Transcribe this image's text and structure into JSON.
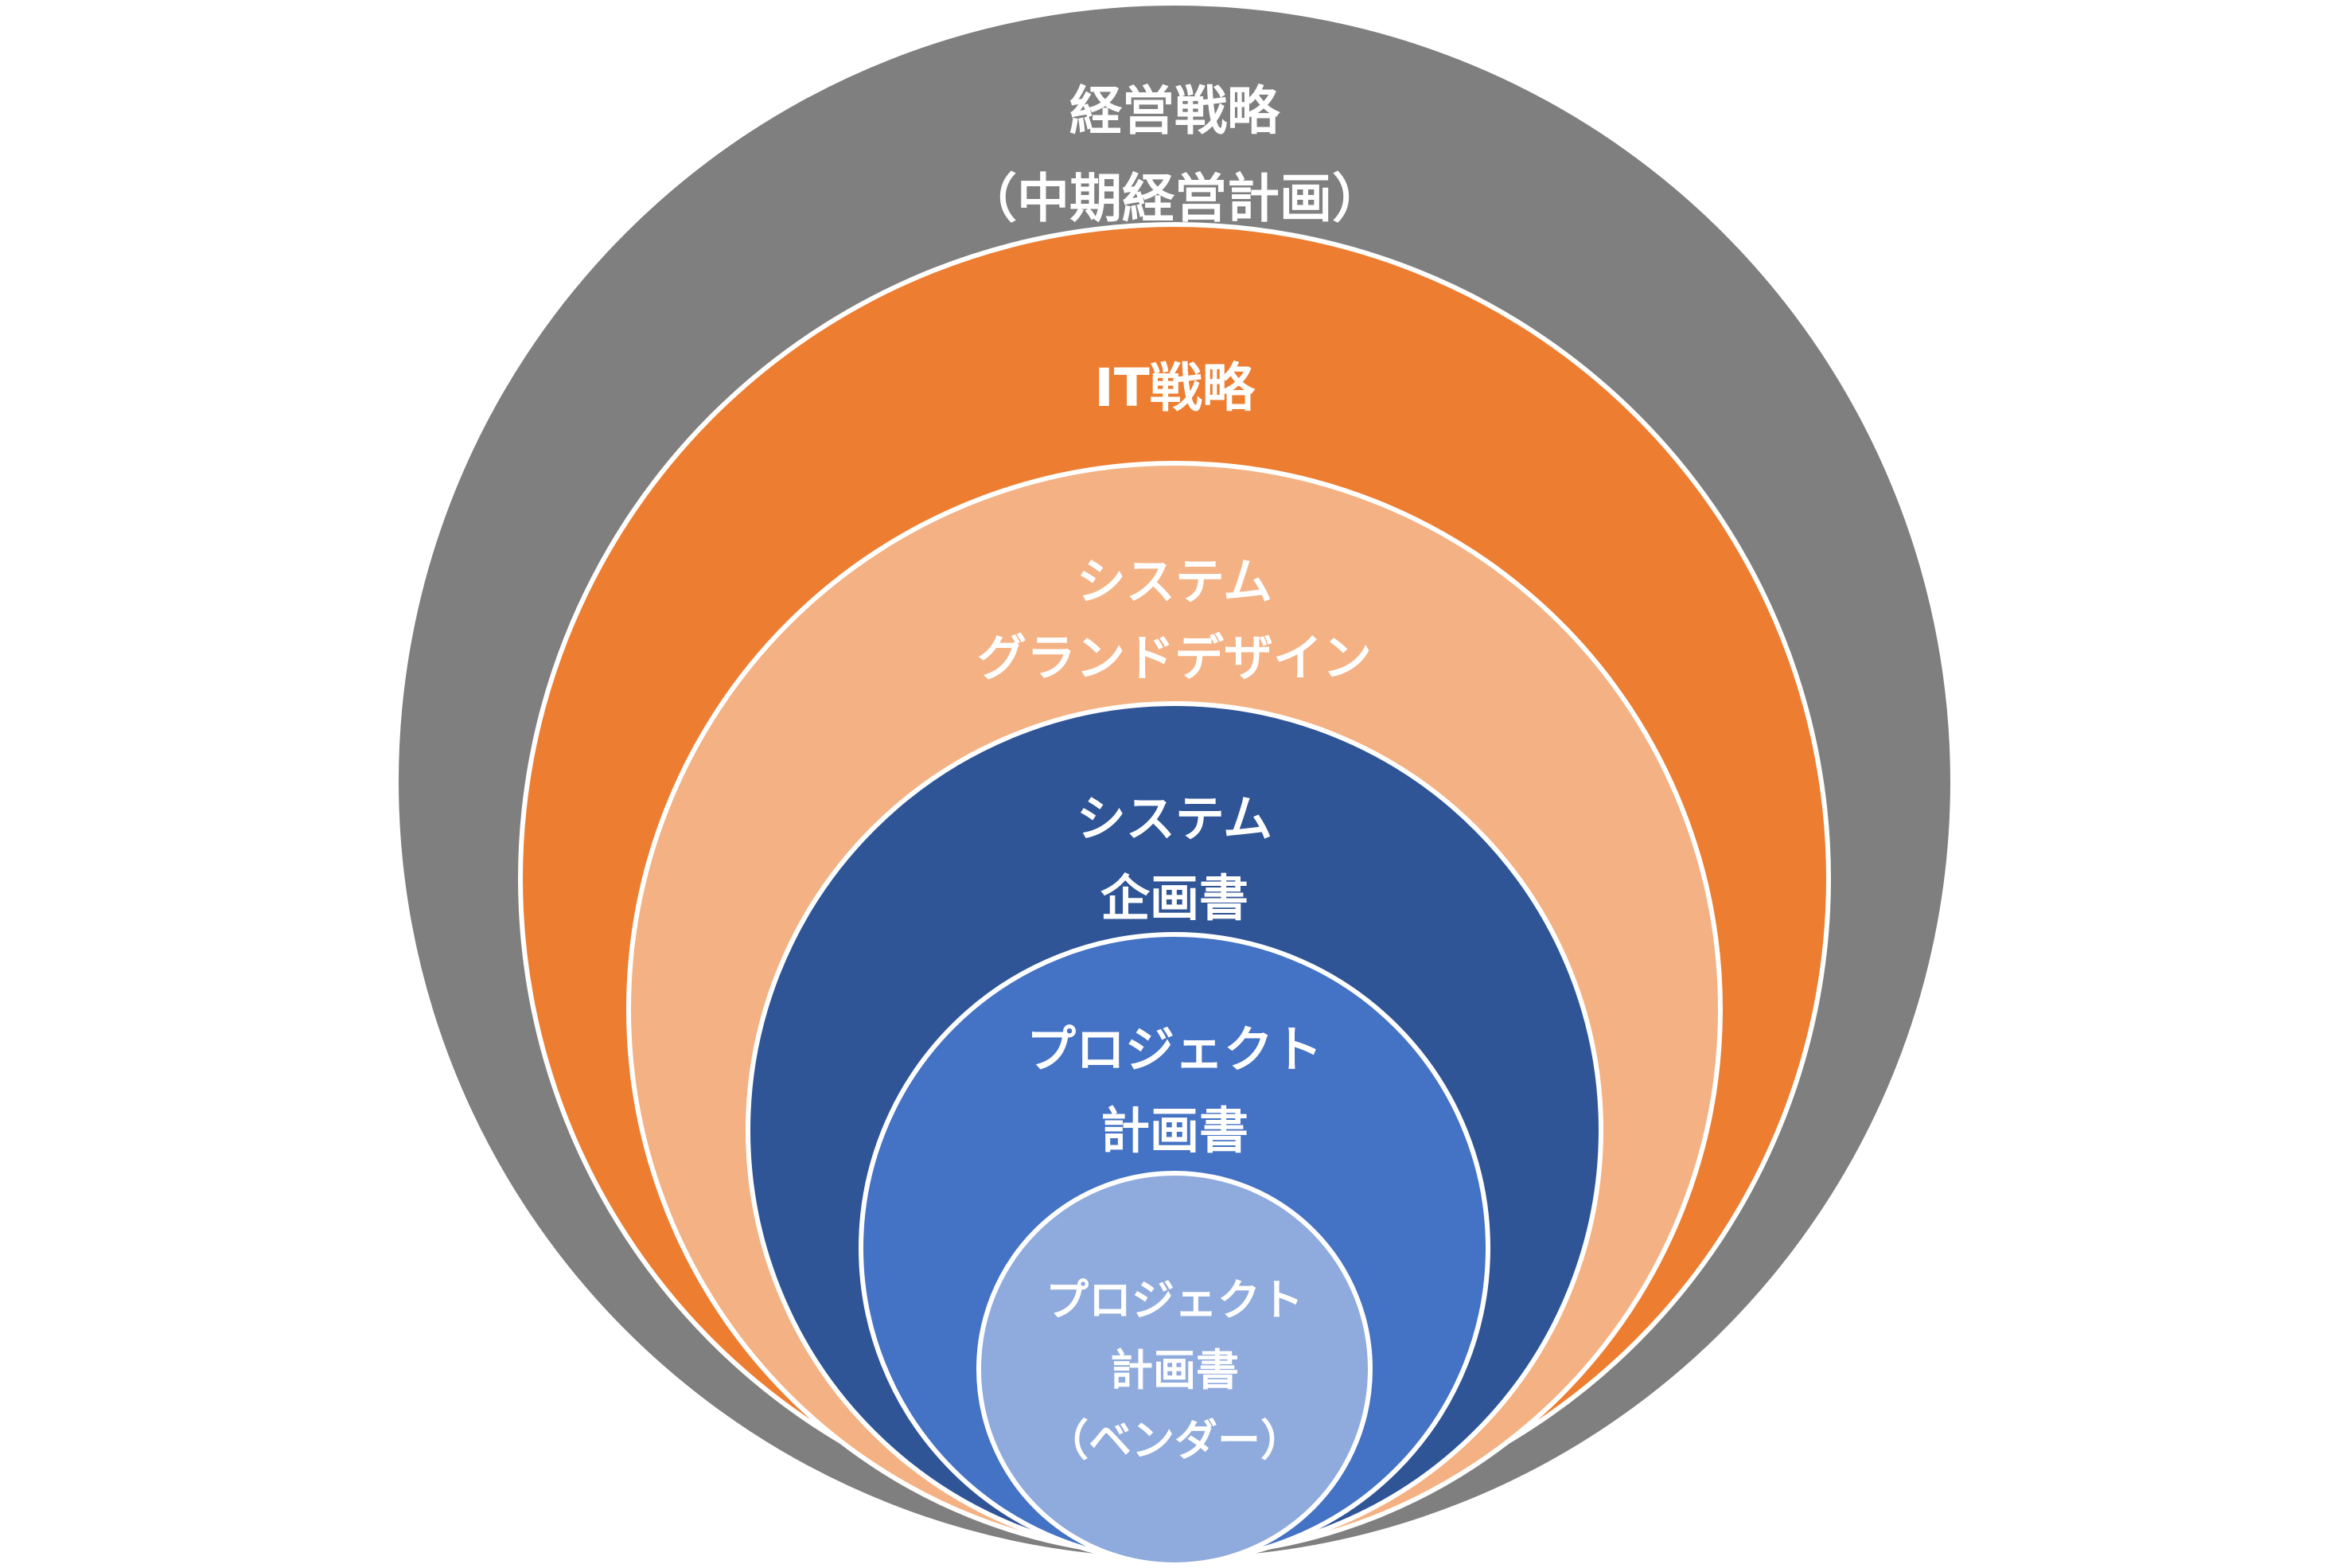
{
  "diagram": {
    "type": "nested-circles",
    "stroke_color": "#ffffff",
    "layers": [
      {
        "id": "management-strategy",
        "color": "#7f7f7f",
        "lines": [
          "経営戦略",
          "（中期経営計画）"
        ]
      },
      {
        "id": "it-strategy",
        "color": "#ed7d31",
        "lines": [
          "IT戦略"
        ]
      },
      {
        "id": "system-grand-design",
        "color": "#f4b183",
        "lines": [
          "システム",
          "グランドデザイン"
        ]
      },
      {
        "id": "system-proposal",
        "color": "#2f5597",
        "lines": [
          "システム",
          "企画書"
        ]
      },
      {
        "id": "project-plan",
        "color": "#4472c4",
        "lines": [
          "プロジェクト",
          "計画書"
        ]
      },
      {
        "id": "project-plan-vendor",
        "color": "#8faadc",
        "lines": [
          "プロジェクト",
          "計画書",
          "（ベンダー）"
        ]
      }
    ]
  }
}
